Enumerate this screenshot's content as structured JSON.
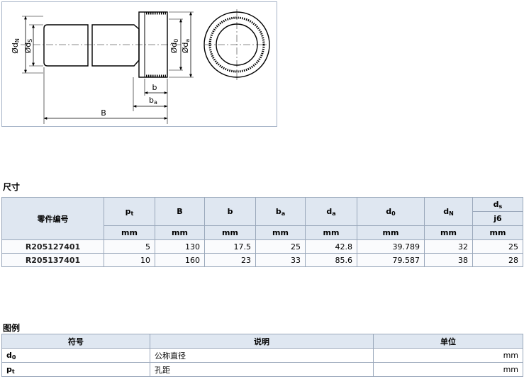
{
  "drawing": {
    "labels": {
      "dN": "d",
      "dN_sub": "N",
      "dS": "d",
      "dS_sub": "S",
      "d0": "d",
      "d0_sub": "0",
      "da": "d",
      "da_sub": "a",
      "b": "b",
      "ba": "b",
      "ba_sub": "a",
      "B": "B"
    },
    "diameter_symbol": "Ø"
  },
  "dimensions": {
    "title": "尺寸",
    "header": {
      "part_no": "零件编号",
      "pt": "p",
      "pt_sub": "t",
      "B": "B",
      "b": "b",
      "ba": "b",
      "ba_sub": "a",
      "da": "d",
      "da_sub": "a",
      "d0": "d",
      "d0_sub": "0",
      "dN": "d",
      "dN_sub": "N",
      "ds": "d",
      "ds_sub": "s",
      "ds_tol": "j6"
    },
    "units": [
      "mm",
      "mm",
      "mm",
      "mm",
      "mm",
      "mm",
      "mm",
      "mm"
    ],
    "rows": [
      {
        "part_no": "R205127401",
        "pt": "5",
        "B": "130",
        "b": "17.5",
        "ba": "25",
        "da": "42.8",
        "d0": "39.789",
        "dN": "32",
        "ds": "25"
      },
      {
        "part_no": "R205137401",
        "pt": "10",
        "B": "160",
        "b": "23",
        "ba": "33",
        "da": "85.6",
        "d0": "79.587",
        "dN": "38",
        "ds": "28"
      }
    ]
  },
  "legend": {
    "title": "图例",
    "header": {
      "symbol": "符号",
      "description": "说明",
      "unit": "单位"
    },
    "rows": [
      {
        "symbol": "d",
        "symbol_sub": "0",
        "description": "公称直径",
        "unit": "mm"
      },
      {
        "symbol": "p",
        "symbol_sub": "t",
        "description": "孔距",
        "unit": "mm"
      }
    ]
  }
}
